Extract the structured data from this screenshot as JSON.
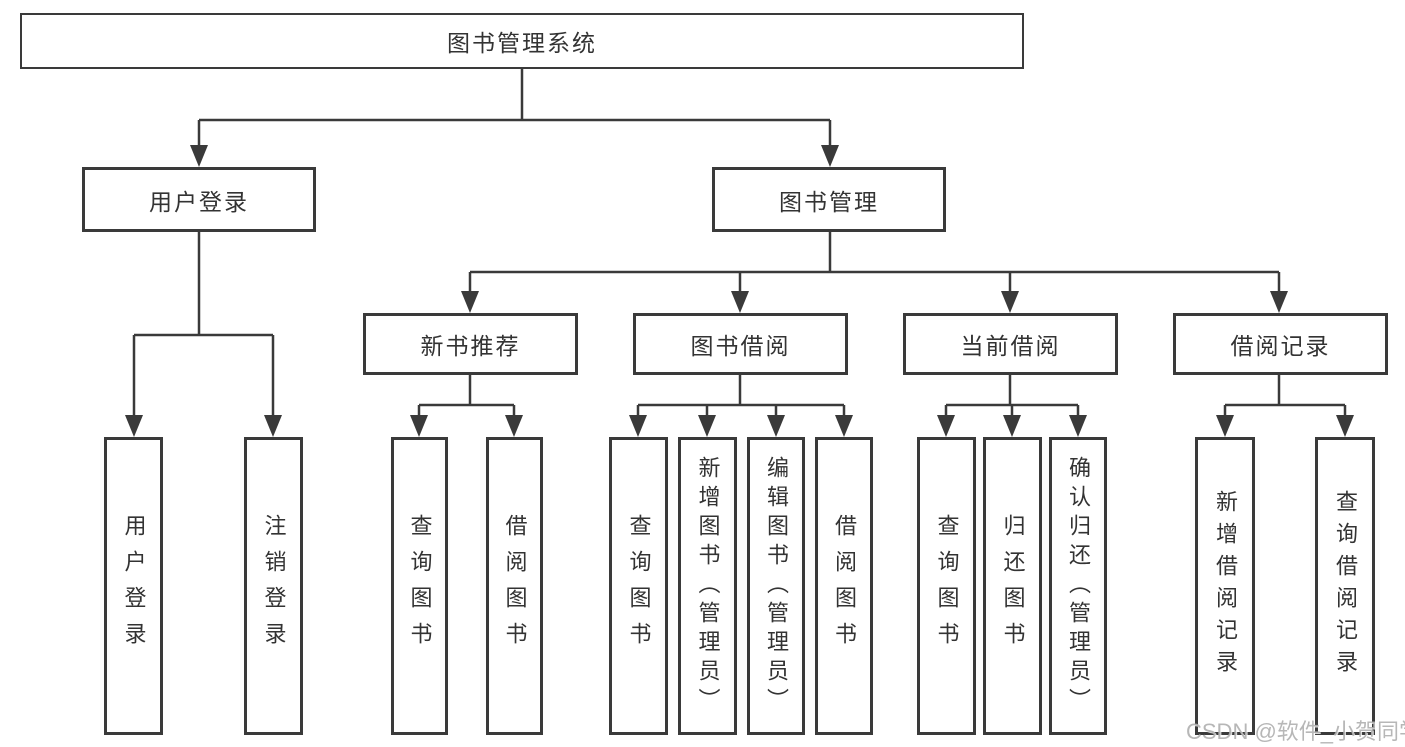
{
  "diagram": {
    "root": "图书管理系统",
    "level2": {
      "user_login": "用户登录",
      "book_management": "图书管理"
    },
    "level3": {
      "new_book_recommend": "新书推荐",
      "book_borrowing": "图书借阅",
      "current_borrowing": "当前借阅",
      "borrowing_records": "借阅记录"
    },
    "leaves": {
      "user_login_group": [
        "用户登录",
        "注销登录"
      ],
      "new_book_group": [
        "查询图书",
        "借阅图书"
      ],
      "book_borrowing_group": [
        "查询图书",
        "新增图书（管理员）",
        "编辑图书（管理员）",
        "借阅图书"
      ],
      "current_borrowing_group": [
        "查询图书",
        "归还图书",
        "确认归还（管理员）"
      ],
      "records_group": [
        "新增借阅记录",
        "查询借阅记录"
      ]
    }
  },
  "watermark": "CSDN @软件_小贺同学",
  "colors": {
    "line": "#3a3a3a",
    "text": "#333333",
    "background": "#ffffff",
    "watermark": "#afafaf"
  }
}
